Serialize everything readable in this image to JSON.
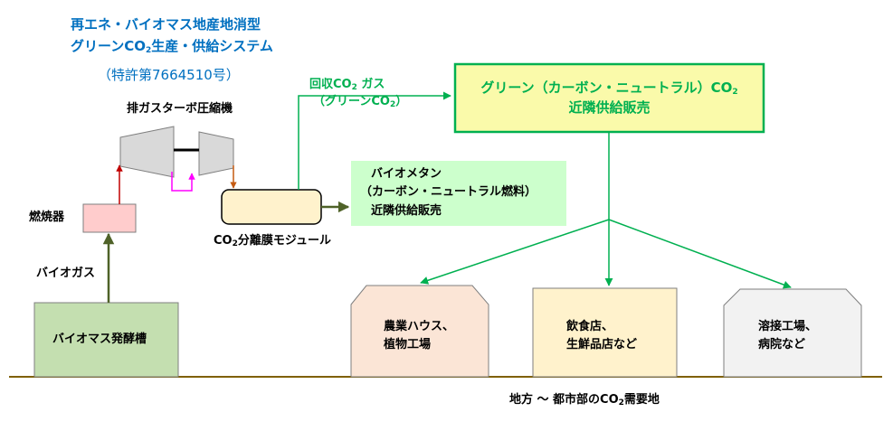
{
  "title": {
    "line1": "再エネ・バイオマス地産地消型",
    "line2_pre": "グリーンCO",
    "line2_sub": "2",
    "line2_post": "生産・供給システム",
    "patent": "（特許第7664510号）"
  },
  "turbo": {
    "label": "排ガスターボ圧縮機"
  },
  "burner": {
    "label": "燃焼器"
  },
  "biogas": {
    "label": "バイオガス"
  },
  "digester": {
    "label": "バイオマス発酵槽"
  },
  "membrane": {
    "pre": "CO",
    "sub": "2",
    "post": "分離膜モジュール"
  },
  "recovered": {
    "l1_pre": "回収CO",
    "l1_sub": "2",
    "l1_post": " ガス",
    "l2_pre": "（グリーンCO",
    "l2_sub": "2",
    "l2_post": "）"
  },
  "green_box": {
    "l1_pre": "グリーン（カーボン・ニュートラル）CO",
    "l1_sub": "2",
    "l2": "近隣供給販売"
  },
  "methane": {
    "l1": "バイオメタン",
    "l2": "（カーボン・ニュートラル燃料）",
    "l3": "近隣供給販売"
  },
  "demand": {
    "agri": {
      "l1": "農業ハウス、",
      "l2": "植物工場"
    },
    "food": {
      "l1": "飲食店、",
      "l2": "生鮮品店など"
    },
    "weld": {
      "l1": "溶接工場、",
      "l2": "病院など"
    }
  },
  "footer": {
    "pre": "地方 〜 都市部のCO",
    "sub": "2",
    "post": "需要地"
  },
  "colors": {
    "title_blue": "#0070C0",
    "green": "#00B050",
    "olive_arrow": "#4F6228",
    "red_arrow": "#C00000",
    "magenta": "#FF00FF",
    "orange_arrow": "#C55A11",
    "ground_line": "#7F6000"
  }
}
